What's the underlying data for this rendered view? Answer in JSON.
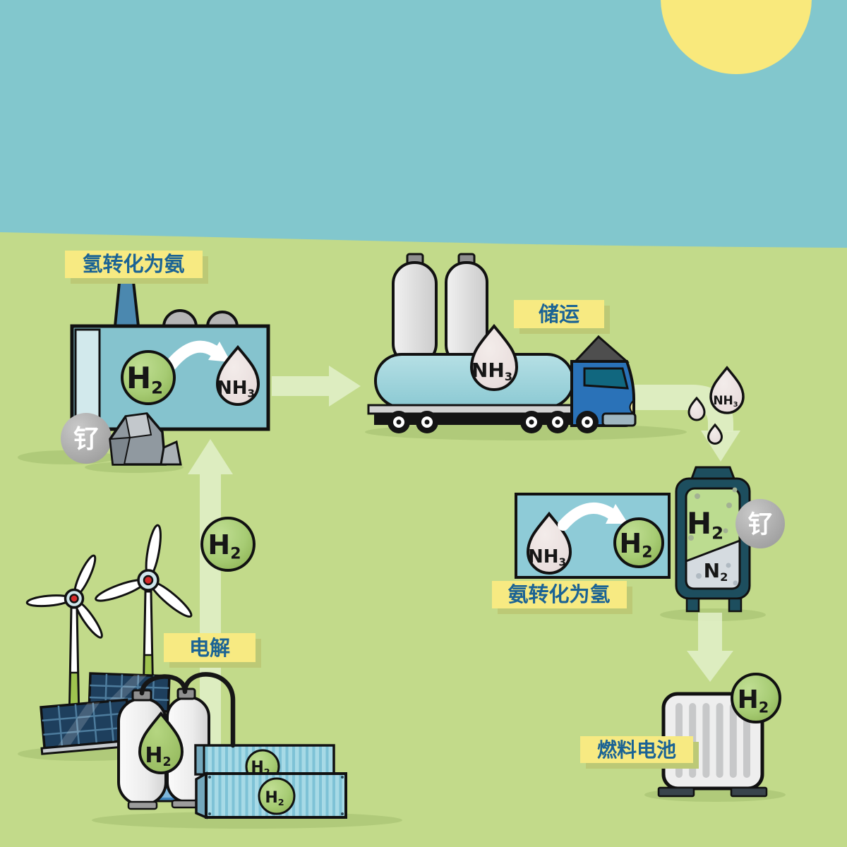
{
  "palette": {
    "sky": "#82c7cd",
    "ground": "#c2da8a",
    "sun": "#f9e97c",
    "label_bg": "#f7ea82",
    "label_text": "#1b6394",
    "label_shadow": "#bcc976",
    "flow_arrow": "#e0eec5",
    "h2_green": "#8db355",
    "nh3_droplet": "#e9dedd",
    "catalyst_gray": "#a2a2a2",
    "factory_blue": "#85c3ce",
    "truck_cab_blue": "#2a72b8",
    "cracker_teal": "#1d4e5e"
  },
  "labels": {
    "hydrogen_to_ammonia": "氢转化为氨",
    "storage_transport": "储运",
    "ammonia_to_hydrogen": "氨转化为氢",
    "electrolysis": "电解",
    "fuel_cell": "燃料电池"
  },
  "molecules": {
    "h2": {
      "main": "H",
      "sub": "2"
    },
    "nh3": {
      "main": "NH",
      "sub": "3"
    },
    "n2": {
      "main": "N",
      "sub": "2"
    }
  },
  "catalyst": {
    "symbol": "钌"
  }
}
